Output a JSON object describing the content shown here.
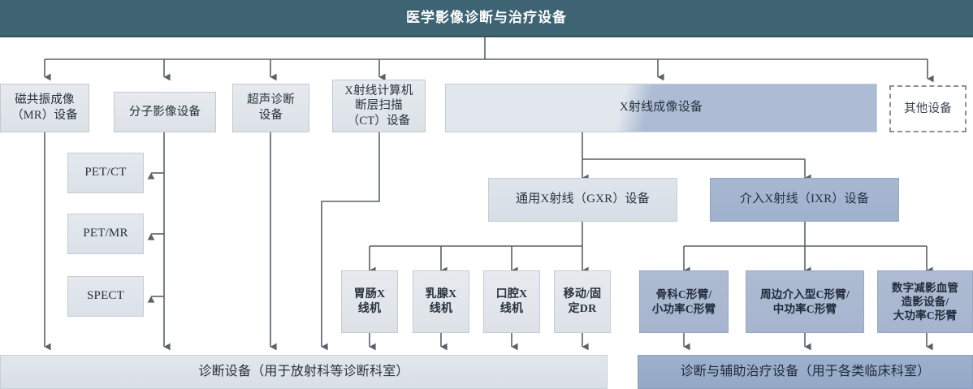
{
  "diagram": {
    "title": "医学影像诊断与治疗设备",
    "root": {
      "label": "医学影像诊断与治疗设备"
    },
    "level2": [
      {
        "id": "mr",
        "label": "磁共振成像\n（MR）设备"
      },
      {
        "id": "mi",
        "label": "分子影像设备"
      },
      {
        "id": "us",
        "label": "超声诊断\n设备"
      },
      {
        "id": "ct",
        "label": "X射线计算机\n断层扫描\n（CT）设备"
      },
      {
        "id": "xr",
        "label": "X射线成像设备"
      },
      {
        "id": "other",
        "label": "其他设备"
      }
    ],
    "molecular_children": [
      {
        "id": "petct",
        "label": "PET/CT"
      },
      {
        "id": "petmr",
        "label": "PET/MR"
      },
      {
        "id": "spect",
        "label": "SPECT"
      }
    ],
    "xray_children": [
      {
        "id": "gxr",
        "label": "通用X射线（GXR）设备"
      },
      {
        "id": "ixr",
        "label": "介入X射线（IXR）设备"
      }
    ],
    "gxr_children": [
      {
        "id": "gi",
        "label": "胃肠X\n线机"
      },
      {
        "id": "mammo",
        "label": "乳腺X\n线机"
      },
      {
        "id": "dental",
        "label": "口腔X\n线机"
      },
      {
        "id": "dr",
        "label": "移动/固\n定DR"
      }
    ],
    "ixr_children": [
      {
        "id": "ortho",
        "label": "骨科C形臂/\n小功率C形臂"
      },
      {
        "id": "peri",
        "label": "周边介入型C形臂/\n中功率C形臂"
      },
      {
        "id": "dsa",
        "label": "数字减影血管\n造影设备/\n大功率C形臂"
      }
    ],
    "footers": [
      {
        "id": "diagnostic",
        "label": "诊断设备（用于放射科等诊断科室）"
      },
      {
        "id": "therapy",
        "label": "诊断与辅助治疗设备（用于各类临床科室）"
      }
    ],
    "colors": {
      "title_bar": "#3e6372",
      "light_box": "#e3e8ee",
      "blue_box": "#a6b5ce",
      "connector": "#5a6169",
      "dashed_border": "#8a9099"
    }
  }
}
